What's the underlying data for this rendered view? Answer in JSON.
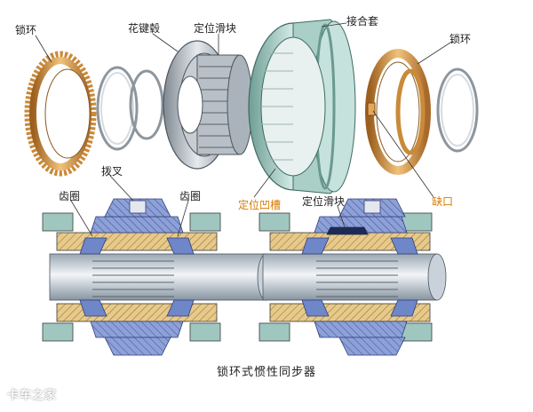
{
  "exploded_labels": {
    "blocking_ring_left": "锁环",
    "spline_hub": "花键毂",
    "locating_slider_top": "定位滑块",
    "sleeve": "接合套",
    "blocking_ring_right": "锁环",
    "locating_groove": "定位凹槽",
    "notch": "缺口"
  },
  "section_labels": {
    "shift_fork": "拨叉",
    "gear_ring_left": "齿圈",
    "gear_ring_right": "齿圈",
    "locating_slider_bottom": "定位滑块"
  },
  "caption": "锁环式惯性同步器",
  "watermark": "卡车之家",
  "colors": {
    "bronze": "#c98a3a",
    "steel": "#aeb6be",
    "sleeve_green": "#9fc7bf",
    "section_blue": "#6f86c8",
    "hatch_tan": "#e7c98a",
    "accent_orange": "#d97a00"
  }
}
